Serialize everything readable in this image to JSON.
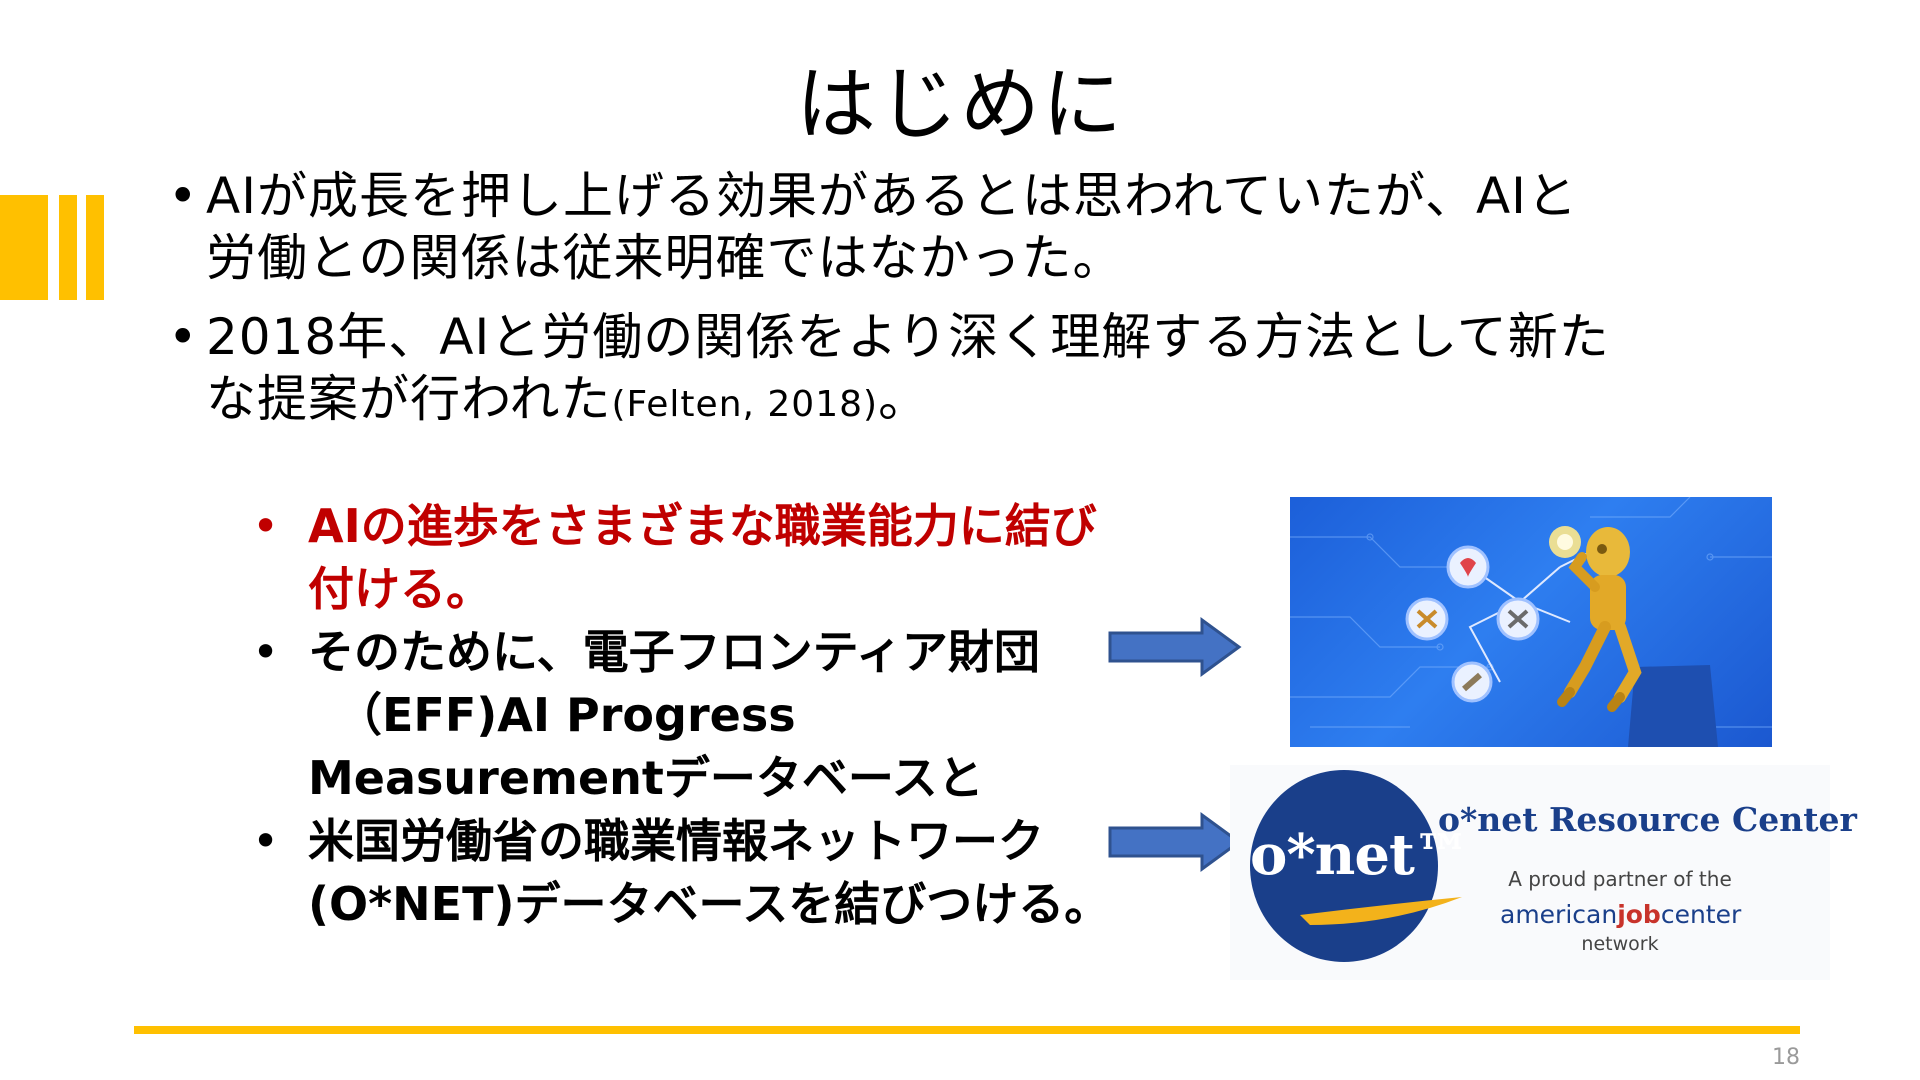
{
  "slide": {
    "title": "はじめに",
    "page_number": "18"
  },
  "colors": {
    "accent_yellow": "#ffc000",
    "highlight_red": "#c00000",
    "arrow_blue": "#4472c4",
    "onet_blue": "#1a3f8a"
  },
  "main_bullets": [
    {
      "bullet": "•",
      "line1": "AIが成長を押し上げる効果があるとは思われていたが、AIと",
      "line2": "労働との関係は従来明確ではなかった。"
    },
    {
      "bullet": "•",
      "line1": "2018年、AIと労働の関係をより深く理解する方法として新た",
      "line2_text": "な提案が行われた",
      "line2_cite": "(Felten, 2018)",
      "line2_end": "。"
    }
  ],
  "sub_bullets": [
    {
      "bullet": "•",
      "line1": "AIの進歩をさまざまな職業能力に結び",
      "line2": "付ける。"
    },
    {
      "bullet": "•",
      "line1": "そのために、電子フロンティア財団",
      "line2": "（EFF)AI Progress",
      "line3": "Measurementデータベースと"
    },
    {
      "bullet": "•",
      "line1": "米国労働省の職業情報ネットワーク",
      "line2": "(O*NET)データベースを結びつける。"
    }
  ],
  "robot_image": {
    "icon": "robot-thinker-illustration"
  },
  "onet_logo": {
    "circle_text": "o*net™",
    "heading": "o*net Resource Center",
    "partner_text": "A proud partner of the",
    "ajc_american": "american",
    "ajc_job": "job",
    "ajc_center": "center",
    "network_text": "network"
  }
}
